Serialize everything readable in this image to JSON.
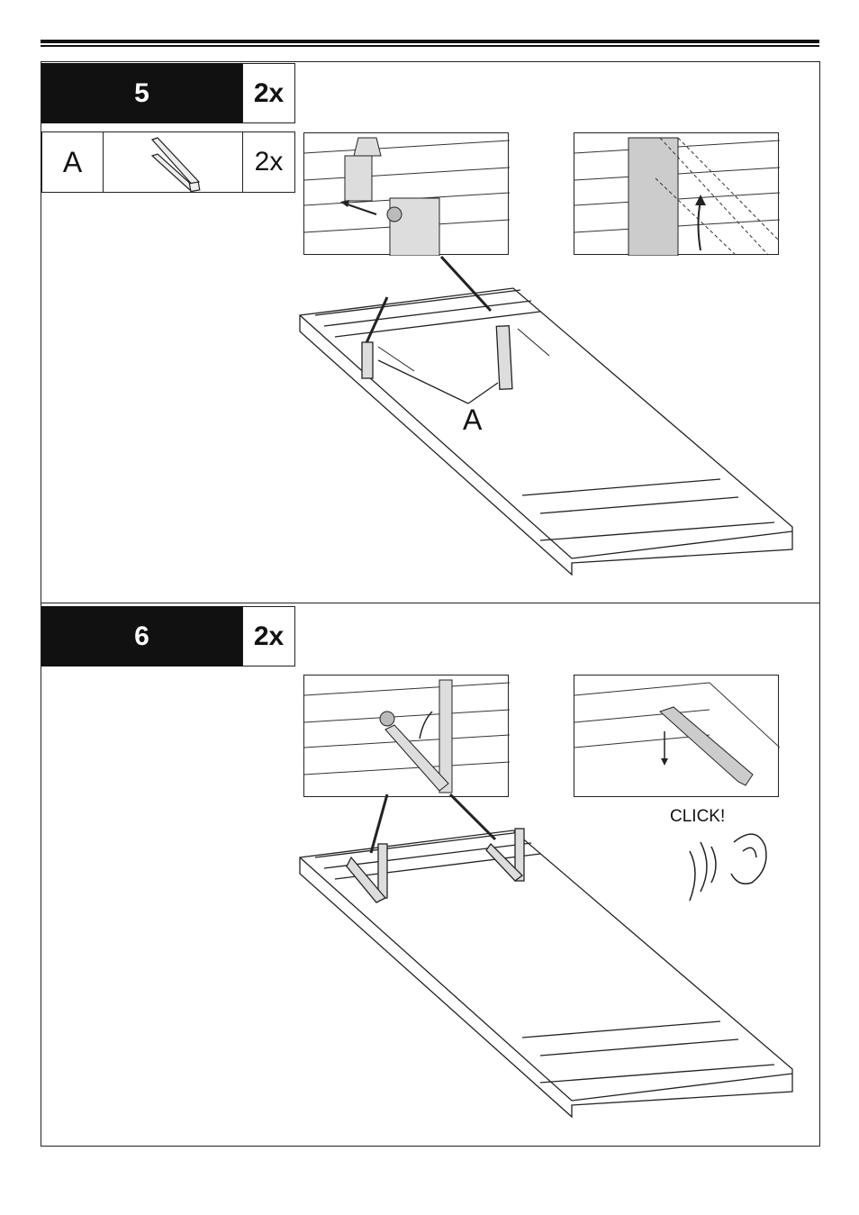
{
  "steps": [
    {
      "number": "5",
      "quantity": "2x",
      "parts": [
        {
          "id": "A",
          "quantity": "2x"
        }
      ],
      "callout_label": "A"
    },
    {
      "number": "6",
      "quantity": "2x",
      "sound_label": "CLICK!"
    }
  ],
  "icons": [
    "part-a-bracket-icon",
    "frame-illustration",
    "ear-icon",
    "sound-waves-icon",
    "arrow-icon"
  ]
}
